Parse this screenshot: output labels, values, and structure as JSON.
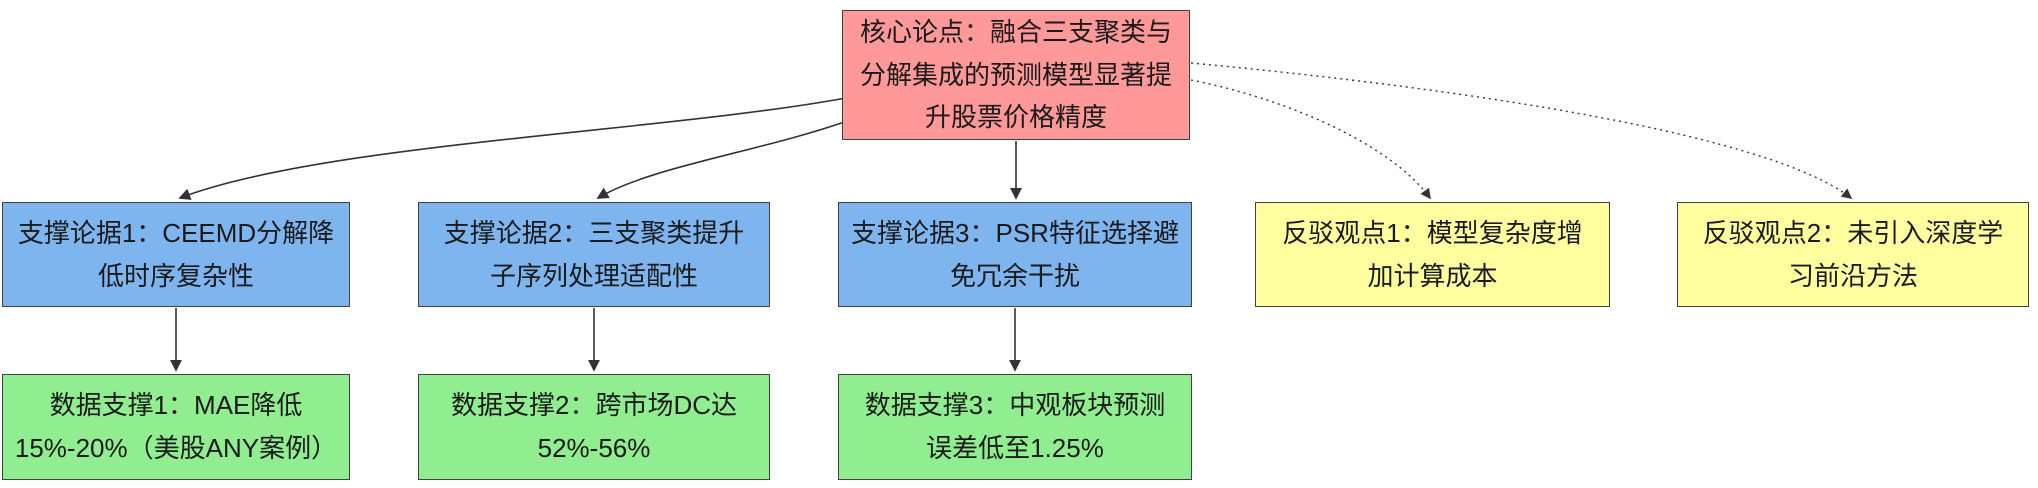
{
  "diagram": {
    "type": "argument-map",
    "nodes": {
      "core": {
        "id": "core",
        "role": "core-claim",
        "label": "核心论点：融合三支聚类与\n分解集成的预测模型显著提\n升股票价格精度",
        "fill": "#ff9999"
      },
      "support1": {
        "id": "support1",
        "role": "support",
        "label": "支撑论据1：CEEMD分解降\n低时序复杂性",
        "fill": "#7fb5ef"
      },
      "support2": {
        "id": "support2",
        "role": "support",
        "label": "支撑论据2：三支聚类提升\n子序列处理适配性",
        "fill": "#7fb5ef"
      },
      "support3": {
        "id": "support3",
        "role": "support",
        "label": "支撑论据3：PSR特征选择避\n免冗余干扰",
        "fill": "#7fb5ef"
      },
      "rebuttal1": {
        "id": "rebuttal1",
        "role": "rebuttal",
        "label": "反驳观点1：模型复杂度增\n加计算成本",
        "fill": "#ffffa0"
      },
      "rebuttal2": {
        "id": "rebuttal2",
        "role": "rebuttal",
        "label": "反驳观点2：未引入深度学\n习前沿方法",
        "fill": "#ffffa0"
      },
      "evidence1": {
        "id": "evidence1",
        "role": "evidence",
        "label": "数据支撑1：MAE降低\n15%-20%（美股ANY案例）",
        "fill": "#90ee90"
      },
      "evidence2": {
        "id": "evidence2",
        "role": "evidence",
        "label": "数据支撑2：跨市场DC达\n52%-56%",
        "fill": "#90ee90"
      },
      "evidence3": {
        "id": "evidence3",
        "role": "evidence",
        "label": "数据支撑3：中观板块预测\n误差低至1.25%",
        "fill": "#90ee90"
      }
    },
    "edges": [
      {
        "from": "core",
        "to": "support1",
        "style": "solid"
      },
      {
        "from": "core",
        "to": "support2",
        "style": "solid"
      },
      {
        "from": "core",
        "to": "support3",
        "style": "solid"
      },
      {
        "from": "core",
        "to": "rebuttal1",
        "style": "dotted"
      },
      {
        "from": "core",
        "to": "rebuttal2",
        "style": "dotted"
      },
      {
        "from": "support1",
        "to": "evidence1",
        "style": "solid"
      },
      {
        "from": "support2",
        "to": "evidence2",
        "style": "solid"
      },
      {
        "from": "support3",
        "to": "evidence3",
        "style": "solid"
      }
    ],
    "colors": {
      "core": "#ff9999",
      "support": "#7fb5ef",
      "rebuttal": "#ffffa0",
      "evidence": "#90ee90",
      "border": "#404040",
      "arrow": "#333333",
      "background": "#ffffff"
    }
  }
}
